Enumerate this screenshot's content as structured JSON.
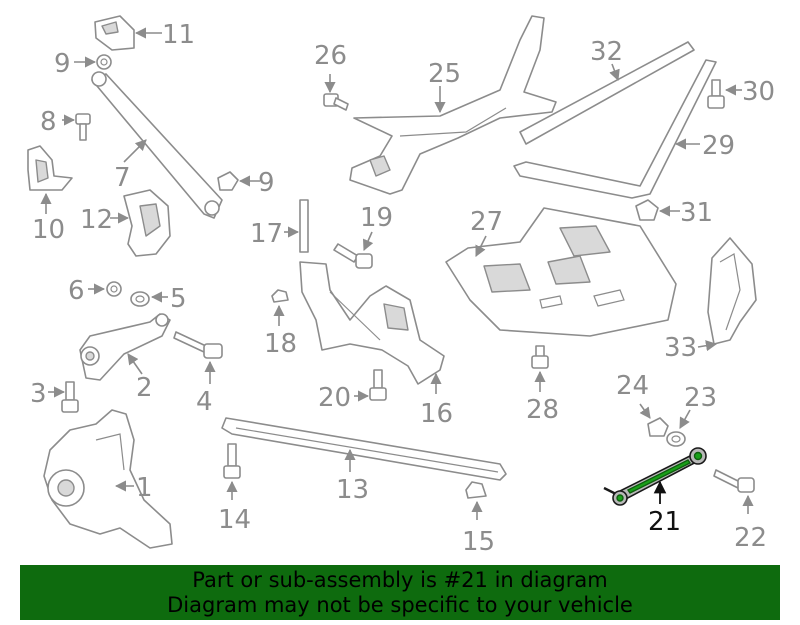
{
  "diagram": {
    "highlight_color": "#19a019",
    "banner_color": "#0e6b0e",
    "parts": [
      {
        "id": "p1",
        "label": "1"
      },
      {
        "id": "p2",
        "label": "2"
      },
      {
        "id": "p3",
        "label": "3"
      },
      {
        "id": "p4",
        "label": "4"
      },
      {
        "id": "p5",
        "label": "5"
      },
      {
        "id": "p6",
        "label": "6"
      },
      {
        "id": "p7",
        "label": "7"
      },
      {
        "id": "p8",
        "label": "8"
      },
      {
        "id": "p9a",
        "label": "9"
      },
      {
        "id": "p9b",
        "label": "9"
      },
      {
        "id": "p10",
        "label": "10"
      },
      {
        "id": "p11",
        "label": "11"
      },
      {
        "id": "p12",
        "label": "12"
      },
      {
        "id": "p13",
        "label": "13"
      },
      {
        "id": "p14",
        "label": "14"
      },
      {
        "id": "p15",
        "label": "15"
      },
      {
        "id": "p16",
        "label": "16"
      },
      {
        "id": "p17",
        "label": "17"
      },
      {
        "id": "p18",
        "label": "18"
      },
      {
        "id": "p19",
        "label": "19"
      },
      {
        "id": "p20",
        "label": "20"
      },
      {
        "id": "p21",
        "label": "21",
        "highlighted": true
      },
      {
        "id": "p22",
        "label": "22"
      },
      {
        "id": "p23",
        "label": "23"
      },
      {
        "id": "p24",
        "label": "24"
      },
      {
        "id": "p25",
        "label": "25"
      },
      {
        "id": "p26",
        "label": "26"
      },
      {
        "id": "p27",
        "label": "27"
      },
      {
        "id": "p28",
        "label": "28"
      },
      {
        "id": "p29",
        "label": "29"
      },
      {
        "id": "p30",
        "label": "30"
      },
      {
        "id": "p31",
        "label": "31"
      },
      {
        "id": "p32",
        "label": "32"
      },
      {
        "id": "p33",
        "label": "33"
      }
    ]
  },
  "banner": {
    "line1": "Part or sub-assembly is #21 in diagram",
    "line2": "Diagram may not be specific to your vehicle"
  }
}
